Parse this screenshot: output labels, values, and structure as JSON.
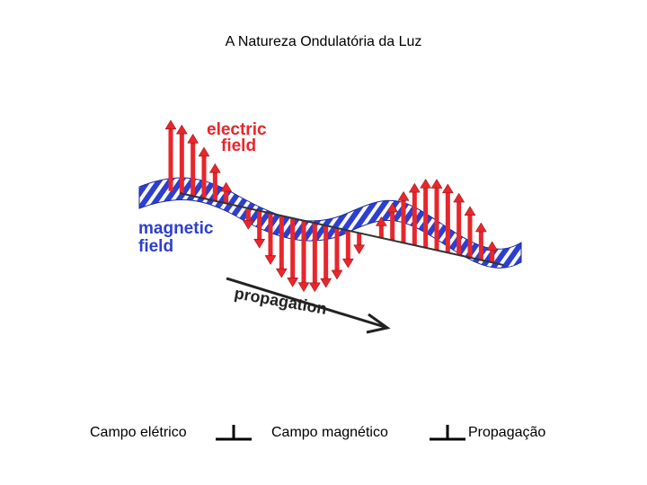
{
  "title": "A Natureza Ondulatória da Luz",
  "figure": {
    "electric_label_line1": "electric",
    "electric_label_line2": "field",
    "magnetic_label_line1": "magnetic",
    "magnetic_label_line2": "field",
    "propagation_label": "propagation",
    "electric_color": "#e8262b",
    "magnetic_color": "#2d3fd0"
  },
  "caption": {
    "electric": "Campo elétrico",
    "magnetic": "Campo magnético",
    "propagation": "Propagação",
    "perpendicular_symbol": "⊥"
  }
}
